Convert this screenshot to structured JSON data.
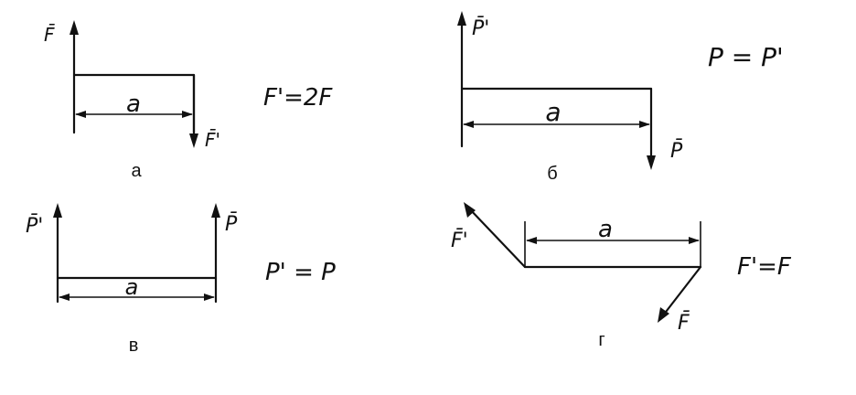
{
  "panels": [
    {
      "id": "a",
      "caption": "а",
      "force_top": "F̄",
      "force_bottom": "F̄'",
      "dimension": "a",
      "relation": "F'=2F"
    },
    {
      "id": "b",
      "caption": "б",
      "force_top": "P̄'",
      "force_bottom": "P̄",
      "dimension": "a",
      "relation": "P = P'"
    },
    {
      "id": "v",
      "caption": "в",
      "force_left": "P̄'",
      "force_right": "P̄",
      "dimension": "a",
      "relation": "P' = P"
    },
    {
      "id": "g",
      "caption": "г",
      "force_left": "F̄'",
      "force_right": "F̄",
      "dimension": "a",
      "relation": "F'=F"
    }
  ]
}
